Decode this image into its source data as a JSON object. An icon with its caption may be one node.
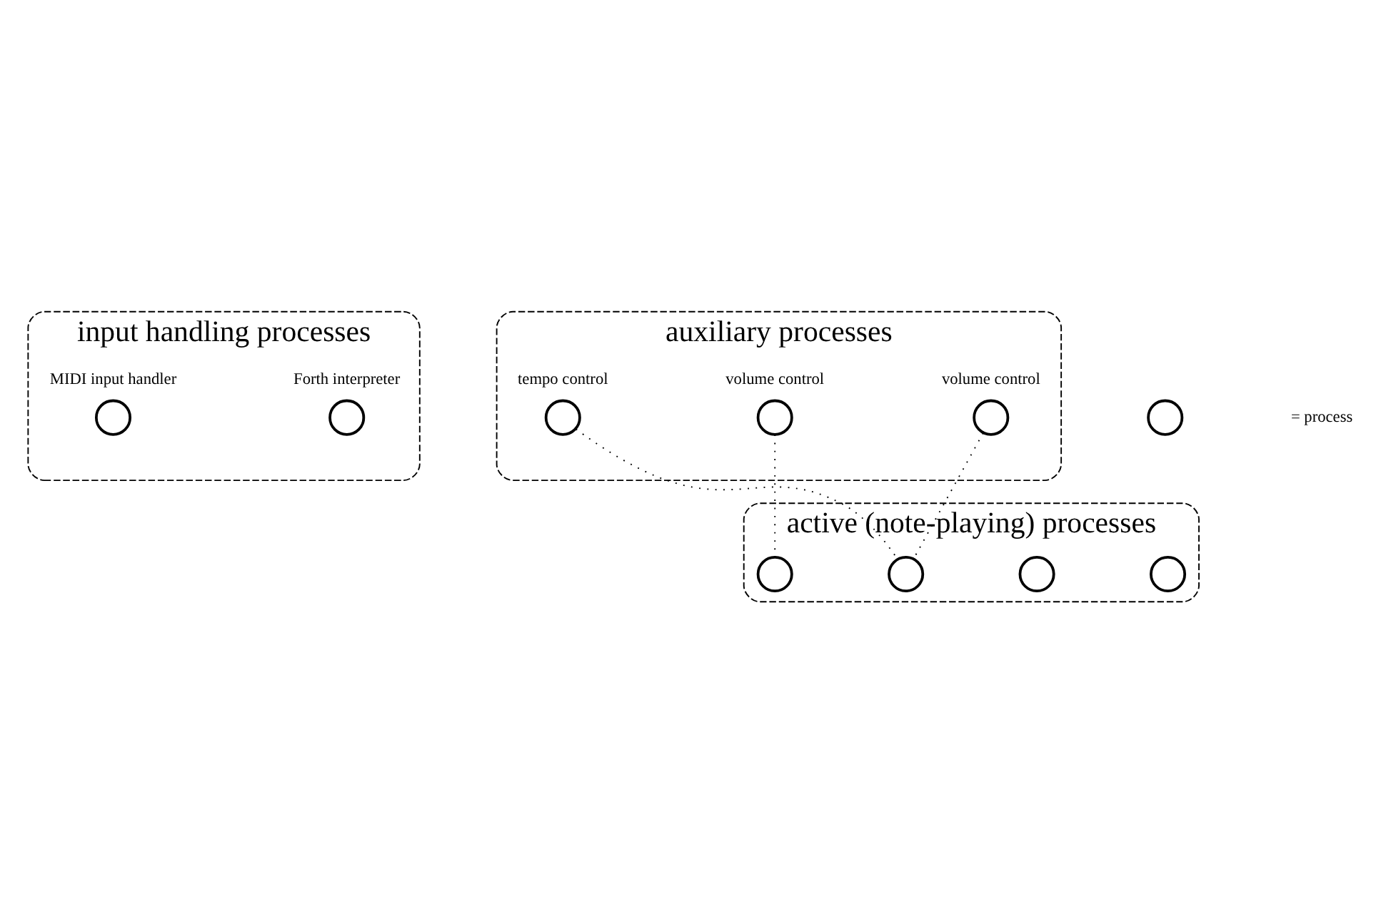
{
  "diagram": {
    "nodes": [
      {
        "text": [
          "input handling processes"
        ]
      },
      {
        "text": [
          "Forth interpreter"
        ],
        "in": 0
      },
      {
        "text": [
          "MIDI input handler"
        ],
        "in": 0
      },
      {
        "text": [
          "auxiliary processes"
        ]
      },
      {
        "text": [
          "volume control"
        ],
        "in": 3
      },
      {
        "text": [
          "volume control"
        ],
        "in": 3
      },
      {
        "text": [
          "tempo control"
        ],
        "in": 3
      },
      {
        "text": [
          "active (note-playing) processes"
        ]
      },
      {
        "text": [],
        "shape": "circle",
        "in": 7
      },
      {
        "text": [],
        "shape": "circle",
        "in": 7
      },
      {
        "text": [],
        "shape": "circle",
        "in": 7
      },
      {
        "text": [],
        "shape": "circle",
        "in": 7
      },
      {
        "text": [],
        "shape": "circle"
      }
    ],
    "edges": [
      {
        "from": 5,
        "to": 8,
        "arrow": "none"
      },
      {
        "from": 4,
        "to": 9,
        "arrow": "none"
      },
      {
        "from": 6,
        "to": 9,
        "arrow": "none"
      }
    ],
    "labels": [
      "= process"
    ]
  }
}
